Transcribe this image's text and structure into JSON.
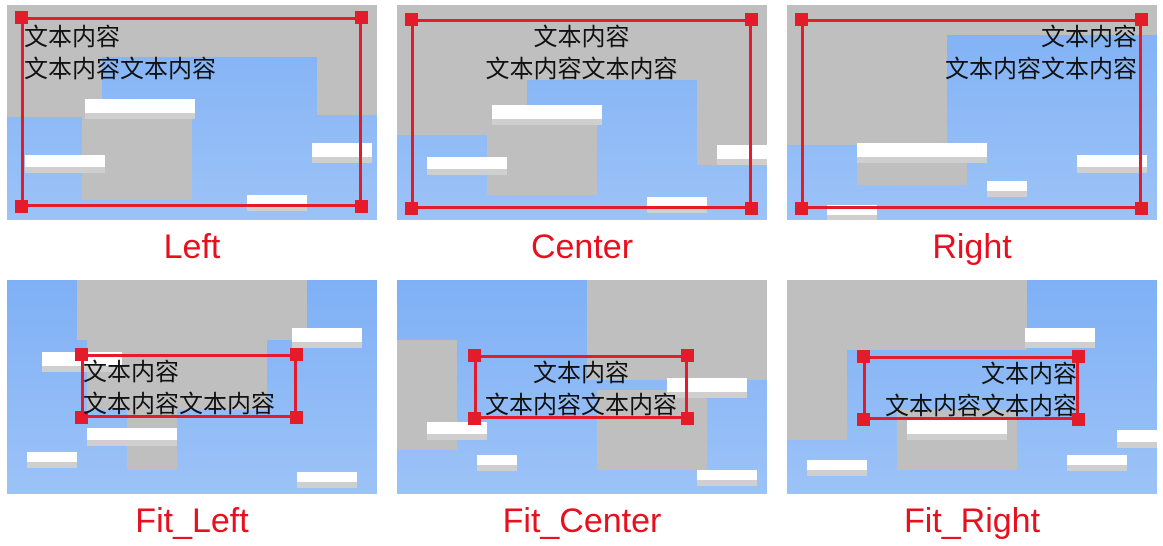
{
  "panels": [
    {
      "id": "left",
      "caption": "Left",
      "text_line1": "文本内容",
      "text_line2": "文本内容文本内容"
    },
    {
      "id": "center",
      "caption": "Center",
      "text_line1": "文本内容",
      "text_line2": "文本内容文本内容"
    },
    {
      "id": "right",
      "caption": "Right",
      "text_line1": "文本内容",
      "text_line2": "文本内容文本内容"
    },
    {
      "id": "fit-left",
      "caption": "Fit_Left",
      "text_line1": "文本内容",
      "text_line2": "文本内容文本内容"
    },
    {
      "id": "fit-center",
      "caption": "Fit_Center",
      "text_line1": "文本内容",
      "text_line2": "文本内容文本内容"
    },
    {
      "id": "fit-right",
      "caption": "Fit_Right",
      "text_line1": "文本内容",
      "text_line2": "文本内容文本内容"
    }
  ],
  "colors": {
    "frame": "#e41c2a",
    "caption": "#e8101f",
    "sky": "#8ab4f8",
    "block": "#bfbfbf"
  }
}
